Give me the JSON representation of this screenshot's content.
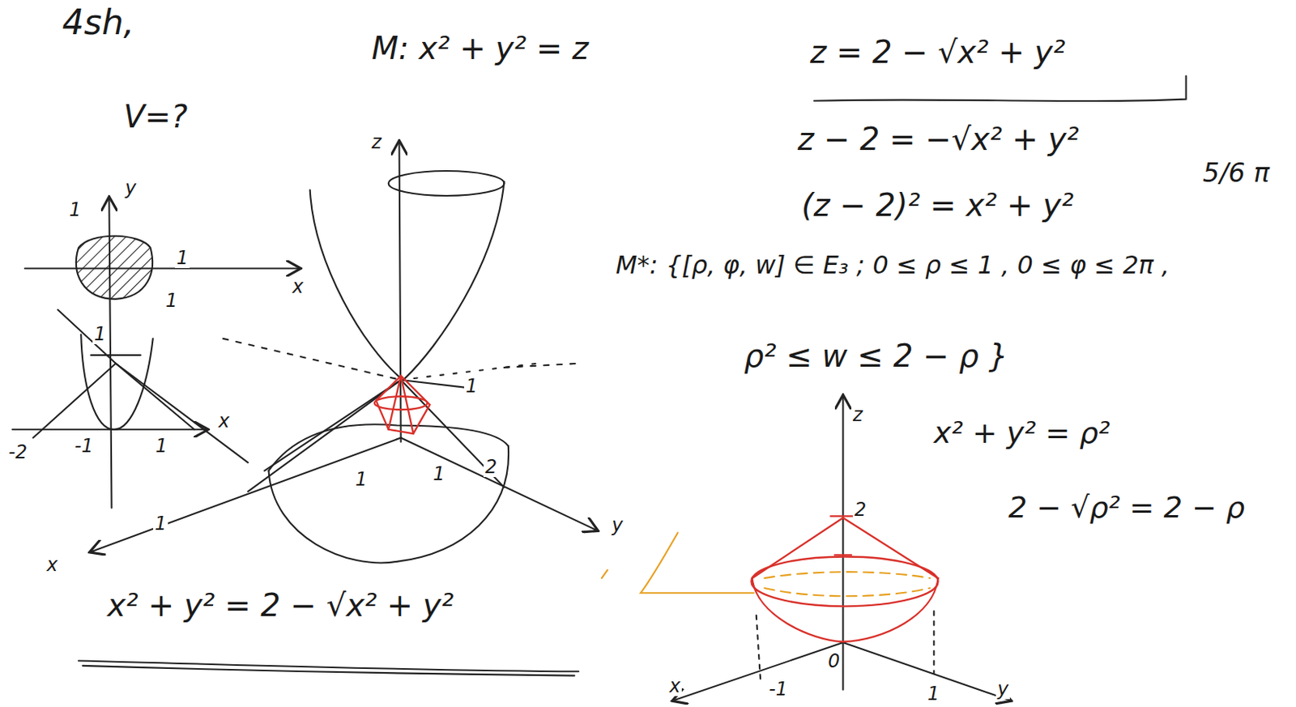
{
  "diagram": {
    "labels": [
      "4sh,",
      "V=?",
      "M: x² + y² = z",
      "z = 2 − √x² + y²",
      "z − 2 = −√x² + y²",
      "(z − 2)² = x² + y²",
      "5/6 π",
      "M*: {[ρ, φ, w] ∈ E₃ ; 0 ≤ ρ ≤ 1 , 0 ≤ φ ≤ 2π ,",
      "ρ² ≤ w ≤ 2 − ρ }",
      "x² + y² = ρ²",
      "2 − √ρ² = 2 − ρ",
      "x² + y² = 2 − √x² + y²",
      "y",
      "1",
      "1",
      "x",
      "1",
      "1",
      "-2",
      "-1",
      "1",
      "x",
      "z",
      "1",
      "x",
      "y",
      "1",
      "2",
      "1",
      "1",
      "z",
      "2",
      "0",
      "x",
      "-1",
      "1",
      "y"
    ]
  }
}
